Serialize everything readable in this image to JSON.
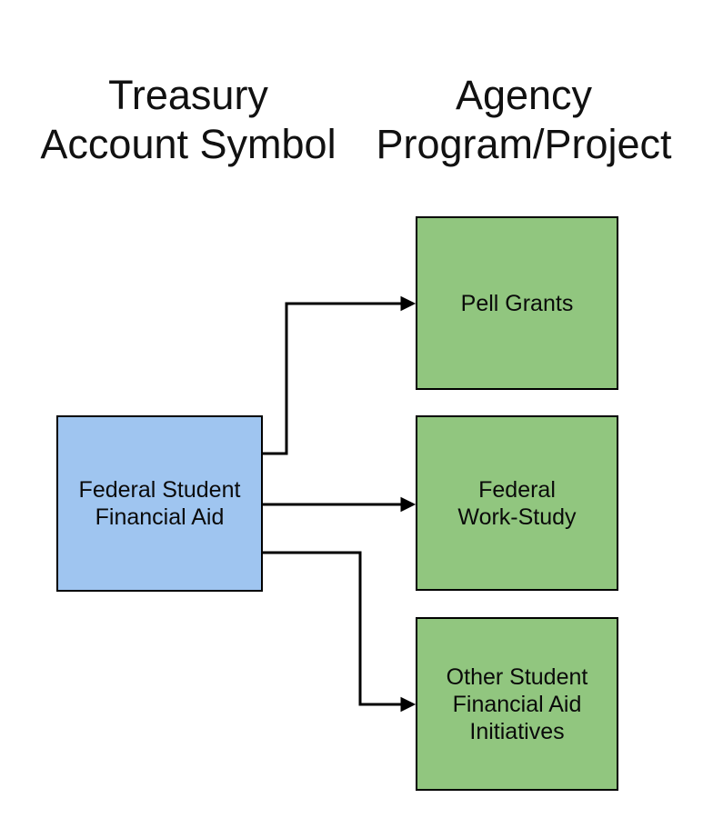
{
  "diagram": {
    "columns": [
      {
        "id": "treasury-account-symbol",
        "title": "Treasury\nAccount Symbol"
      },
      {
        "id": "agency-program-project",
        "title": "Agency\nProgram/Project"
      }
    ],
    "source_node": {
      "label": "Federal Student\nFinancial Aid"
    },
    "target_nodes": [
      {
        "label": "Pell Grants"
      },
      {
        "label": "Federal\nWork-Study"
      },
      {
        "label": "Other Student\nFinancial Aid\nInitiatives"
      }
    ],
    "colors": {
      "source_fill": "#9FC5F0",
      "target_fill": "#91C67F",
      "line": "#000000",
      "background": "#FFFFFF"
    }
  }
}
